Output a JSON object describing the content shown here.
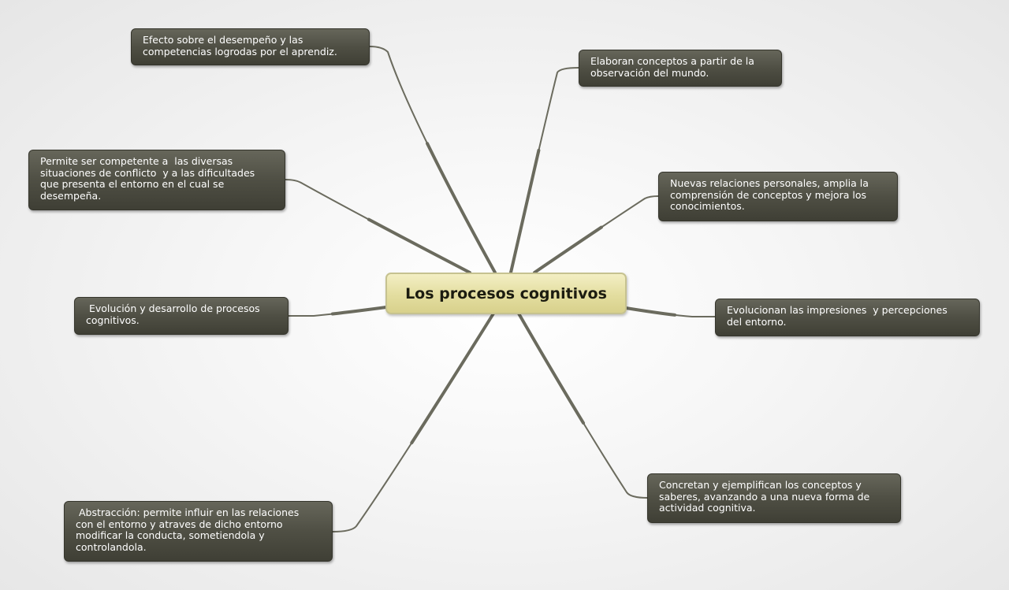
{
  "map": {
    "central": "Los procesos cognitivos",
    "topics": [
      "Efecto sobre el desempeño y las\ncompetencias logrodas por el aprendiz.",
      "Permite ser competente a  las diversas\nsituaciones de conflicto  y a las dificultades\nque presenta el entorno en el cual se\ndesempeña.",
      " Evolución y desarrollo de procesos\ncognitivos.",
      " Abstracción: permite influir en las relaciones\ncon el entorno y atraves de dicho entorno\nmodificar la conducta, sometiendola y\ncontrolandola.",
      "Elaboran conceptos a partir de la\nobservación del mundo.",
      "Nuevas relaciones personales, amplia la\ncomprensión de conceptos y mejora los\nconocimientos.",
      "Evolucionan las impresiones  y percepciones\ndel entorno.",
      "Concretan y ejemplifican los conceptos y\nsaberes, avanzando a una nueva forma de\nactividad cognitiva."
    ]
  },
  "colors": {
    "topic_fill": "#4f4f44",
    "topic_text": "#ffffff",
    "central_fill": "#e3dd9f",
    "central_text": "#1c1c10",
    "connector": "#6b6b5e"
  }
}
